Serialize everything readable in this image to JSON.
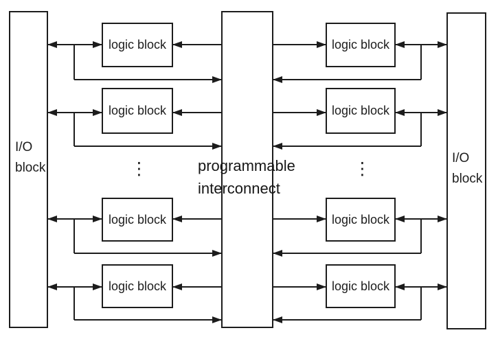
{
  "diagram": {
    "labels": {
      "interconnect_line1": "programmable",
      "interconnect_line2": "interconnect",
      "io_line1": "I/O",
      "io_line2": "block",
      "logic_block": "logic block",
      "ellipsis": "⋮"
    },
    "colors": {
      "line": "#1c1c1c",
      "text": "#1c1c1c",
      "background": "#ffffff",
      "box_fill": "#ffffff"
    }
  }
}
